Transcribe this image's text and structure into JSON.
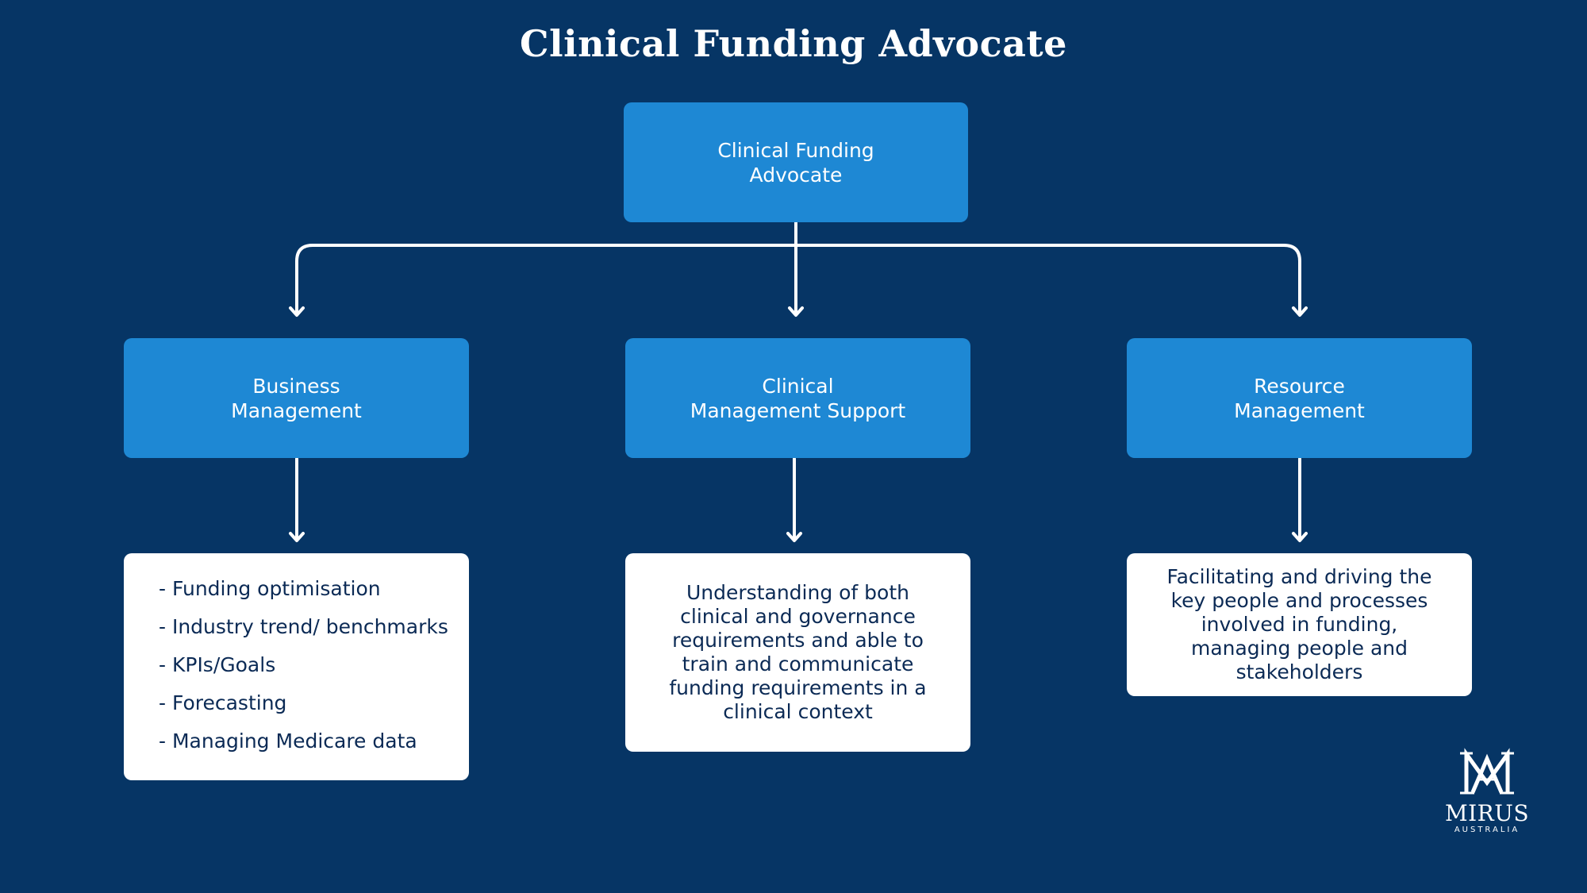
{
  "title": "Clinical Funding Advocate",
  "root": {
    "label": "Clinical Funding\nAdvocate"
  },
  "branches": [
    {
      "label": "Business\nManagement",
      "items": [
        "- Funding optimisation",
        "- Industry trend/ benchmarks",
        "- KPIs/Goals",
        "- Forecasting",
        "- Managing Medicare data"
      ]
    },
    {
      "label": "Clinical\nManagement Support",
      "description": "Understanding of both clinical and governance requirements and able to train and communicate funding requirements in a clinical context"
    },
    {
      "label": "Resource\nManagement",
      "description": "Facilitating and driving the key people and processes involved in funding, managing people and stakeholders"
    }
  ],
  "logo": {
    "name": "MIRUS",
    "subtitle": "AUSTRALIA"
  },
  "colors": {
    "background": "#063565",
    "node": "#1e88d4",
    "card": "#ffffff",
    "card_text": "#0b2a55",
    "line": "#ffffff"
  }
}
